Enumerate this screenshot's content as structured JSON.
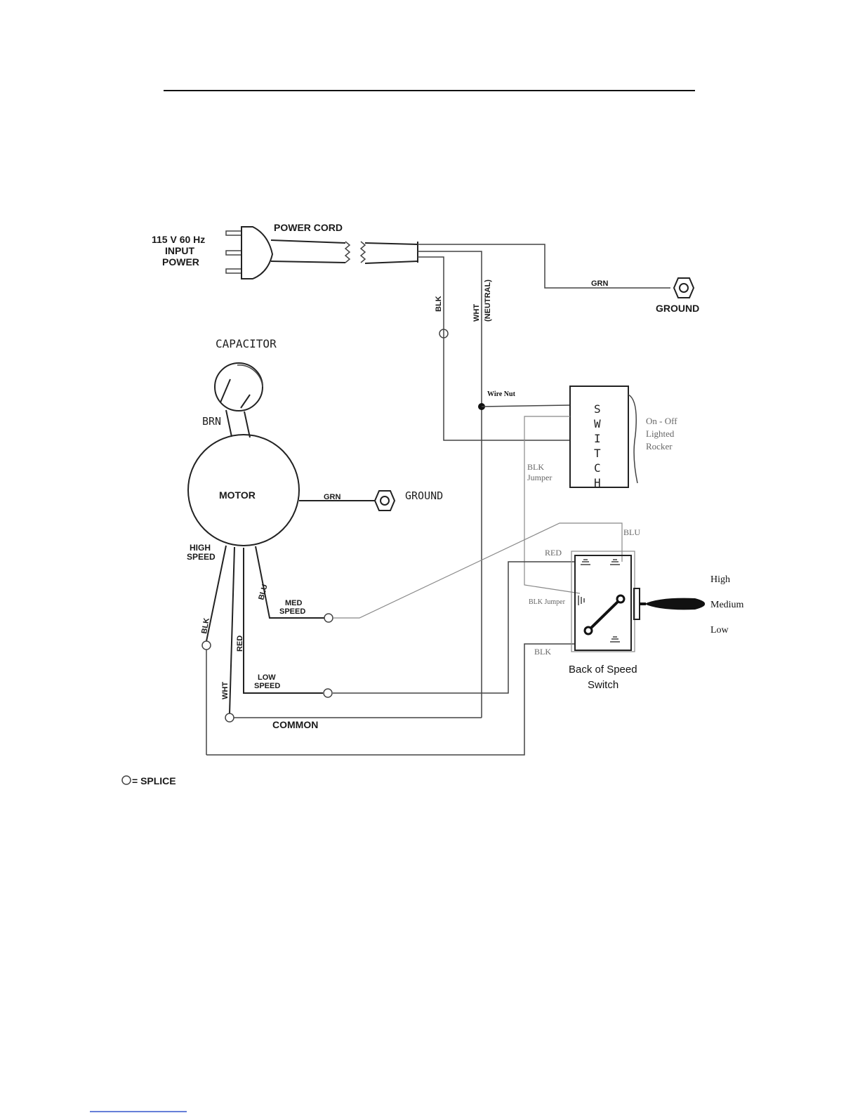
{
  "labels": {
    "input_power_1": "115 V 60 Hz",
    "input_power_2": "INPUT",
    "input_power_3": "POWER",
    "power_cord": "POWER CORD",
    "cord_grn": "GRN",
    "ground_top": "GROUND",
    "cord_blk": "BLK",
    "cord_wht": "WHT",
    "cord_neutral": "(NEUTRAL)",
    "capacitor": "CAPACITOR",
    "brn": "BRN",
    "wire_nut": "Wire Nut",
    "switch_letters": [
      "S",
      "W",
      "I",
      "T",
      "C",
      "H"
    ],
    "on_off_1": "On - Off",
    "on_off_2": "Lighted",
    "on_off_3": "Rocker",
    "blk_jumper_1": "BLK",
    "blk_jumper_2": "Jumper",
    "motor": "MOTOR",
    "motor_grn": "GRN",
    "ground_motor": "GROUND",
    "high_speed_1": "HIGH",
    "high_speed_2": "SPEED",
    "blu_wire": "BLU",
    "blu_top": "BLU",
    "red_top": "RED",
    "med_speed_1": "MED",
    "med_speed_2": "SPEED",
    "blk_jumper_switch": "BLK Jumper",
    "blk_wire": "BLK",
    "red_wire": "RED",
    "wht_wire": "WHT",
    "low_speed_1": "LOW",
    "low_speed_2": "SPEED",
    "blk_bottom": "BLK",
    "speed_switch_1": "Back of Speed",
    "speed_switch_2": "Switch",
    "high": "High",
    "medium": "Medium",
    "low": "Low",
    "common": "COMMON",
    "splice": "= SPLICE"
  }
}
